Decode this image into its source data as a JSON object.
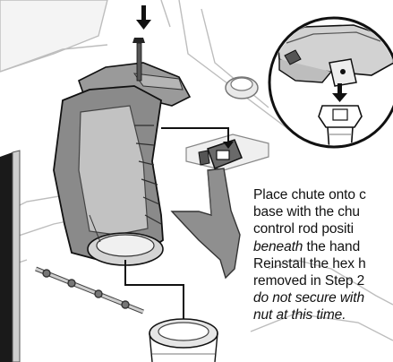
{
  "instruction": {
    "line1": "Place chute onto c",
    "line2": "base with the chu",
    "line3": "control rod positi",
    "line4_italic": "beneath",
    "line4_rest": " the hand",
    "line5": "Reinstall the hex h",
    "line6": "removed in Step 2",
    "line7": "do not secure with",
    "line8": "nut at this time."
  },
  "icons": {
    "arrow": "down-arrow-icon",
    "detail": "magnified-detail-inset",
    "chute": "discharge-chute-illustration"
  },
  "colors": {
    "ink": "#111111",
    "part_gray": "#8c8c8c",
    "dark_gray": "#4a4a4a",
    "light_gray": "#d9d9d9",
    "background": "#ffffff"
  }
}
